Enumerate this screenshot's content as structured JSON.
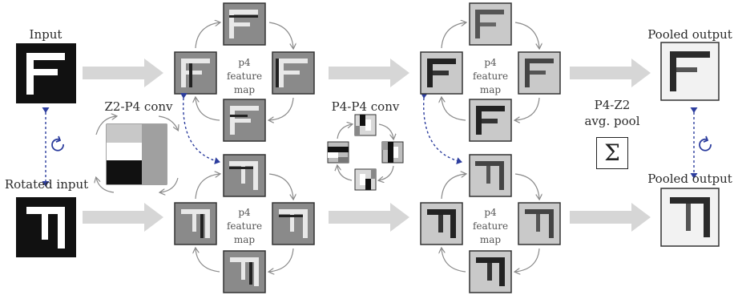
{
  "labels": {
    "input": "Input",
    "rotated_input": "Rotated input",
    "z2p4": "Z2-P4 conv",
    "p4p4": "P4-P4 conv",
    "p4z2_line1": "P4-Z2",
    "p4z2_line2": "avg. pool",
    "pooled_top": "Pooled output",
    "pooled_bottom": "Pooled output",
    "fm_line1": "p4",
    "fm_line2": "feature",
    "fm_line3": "map"
  },
  "sigma_symbol": "Σ",
  "icons": [
    "rotation-icon",
    "flow-arrow-icon",
    "dotted-double-arrow-icon"
  ],
  "colors": {
    "flow_arrow": "#d6d6d6",
    "rotation_blue": "#2d3e9e",
    "ring_arrow": "#8a8a8a",
    "panel_gray": "#8a8a8a",
    "light_panel": "#c9c9c9"
  }
}
